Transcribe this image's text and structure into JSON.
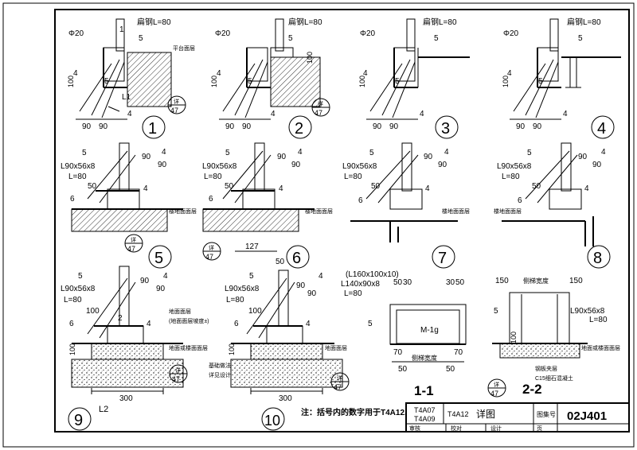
{
  "title_block": {
    "codes_left": [
      "T4A07",
      "T4A09"
    ],
    "code_mid": "T4A12",
    "sheet_title": "详图",
    "label_atlas": "图集号",
    "atlas_no": "02J401",
    "row2": [
      "审核",
      "校对",
      "设计",
      "页"
    ]
  },
  "note": "注：括号内的数字用于T4A12.",
  "detail_refs": {
    "top": "详",
    "bottom": "47"
  },
  "details": [
    {
      "num": "1",
      "labels": {
        "flat_bar": "扁钢L=80",
        "dia": "Φ20",
        "w1": "5",
        "w2": "4",
        "h100": "100",
        "dim1": "90",
        "dim2": "90",
        "section": "1",
        "angle": "L1",
        "floor": "平台面层"
      }
    },
    {
      "num": "2",
      "labels": {
        "flat_bar": "扁钢L=80",
        "dia": "Φ20",
        "w1": "5",
        "w2": "4",
        "h100": "100",
        "dim1": "90",
        "dim2": "90",
        "h100b": "100"
      }
    },
    {
      "num": "3",
      "labels": {
        "flat_bar": "扁钢L=80",
        "dia": "Φ20",
        "w1": "5",
        "w2": "4",
        "h100": "100",
        "dim1": "90",
        "dim2": "90"
      }
    },
    {
      "num": "4",
      "labels": {
        "flat_bar": "扁钢L=80",
        "dia": "Φ20",
        "w1": "5",
        "w2": "4",
        "h100": "100",
        "dim1": "90",
        "dim2": "90"
      }
    },
    {
      "num": "5",
      "labels": {
        "angle": "L90x56x8",
        "len": "L=80",
        "w5": "5",
        "w4": "4",
        "w6": "6",
        "d50": "50",
        "d90a": "90",
        "d90b": "90",
        "floor": "楼地面面层"
      }
    },
    {
      "num": "6",
      "labels": {
        "angle": "L90x56x8",
        "len": "L=80",
        "w5": "5",
        "w4": "4",
        "w6": "6",
        "d50": "50",
        "d90a": "90",
        "d90b": "90",
        "d127": "127",
        "floor": "楼地面面层",
        "d50top": "50"
      }
    },
    {
      "num": "7",
      "labels": {
        "angle": "L90x56x8",
        "len": "L=80",
        "w5": "5",
        "w4": "4",
        "w6": "6",
        "d50": "50",
        "d90a": "90",
        "d90b": "90",
        "floor": "楼地面面层"
      }
    },
    {
      "num": "8",
      "labels": {
        "angle": "L90x56x8",
        "len": "L=80",
        "w5": "5",
        "w4": "4",
        "w6": "6",
        "d50": "50",
        "d90a": "90",
        "d90b": "90",
        "floor": "楼地面面层"
      }
    },
    {
      "num": "9",
      "labels": {
        "angle": "L90x56x8",
        "len": "L=80",
        "w5": "5",
        "w4": "4",
        "w6": "6",
        "d100": "100",
        "d90a": "90",
        "d90b": "90",
        "d100b": "100",
        "d300": "300",
        "sec": "2",
        "angle2": "L2",
        "n1": "地面面层",
        "n2": "(地面面层坡度±)",
        "n3": "地面或楼面面层"
      }
    },
    {
      "num": "10",
      "labels": {
        "angle": "L90x56x8",
        "len": "L=80",
        "w5": "5",
        "w4": "4",
        "w6": "6",
        "d100": "100",
        "d90a": "90",
        "d90b": "90",
        "d100b": "100",
        "d300": "300",
        "n1": "地面面层",
        "n2": "基础做法",
        "n3": "详见设计"
      }
    }
  ],
  "section_1_1": {
    "title": "1-1",
    "angles": [
      "(L160x100x10)",
      "L140x90x8",
      "L=80"
    ],
    "dims_top": [
      "50",
      "30",
      "30",
      "50"
    ],
    "weld": "5",
    "plate": "M-1g",
    "dims_bottom": [
      "70",
      "70"
    ],
    "width_label": "侧梯宽度",
    "dims_base": [
      "50",
      "50"
    ]
  },
  "section_2_2": {
    "title": "2-2",
    "dims_top": [
      "150",
      "150"
    ],
    "width_label": "侧梯宽度",
    "weld": "5",
    "angle": "L90x56x8",
    "len": "L=80",
    "d100": "100",
    "n1": "地面或楼面面层",
    "n2": "钢板夹层",
    "n3": "C15细石混凝土"
  }
}
